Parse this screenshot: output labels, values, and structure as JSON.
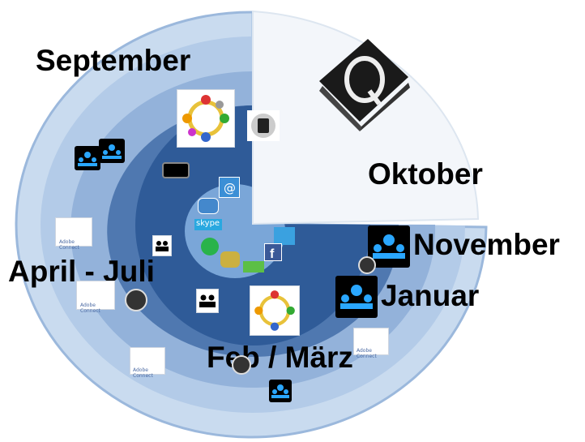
{
  "months": {
    "september": "September",
    "oktober": "Oktober",
    "november": "November",
    "januar": "Januar",
    "april_juli": "April - Juli",
    "feb_maerz": "Feb / März"
  },
  "icon_texts": {
    "adobe_connect": "Adobe Connect",
    "skype": "skype"
  },
  "colors": {
    "ring_outer": "#c3d7ee",
    "ring_2": "#a8c3e4",
    "ring_3": "#8aa9d4",
    "ring_4": "#5c82b8",
    "ring_core": "#2e5590",
    "center_disc": "#7aa2d2",
    "missing_wedge": "#f2f5f9"
  },
  "icons": [
    "people-circle-icon",
    "phone-icon",
    "video-conference-icon",
    "tape-icon",
    "email-icon",
    "skype-icon",
    "whatsapp-icon",
    "twitter-icon",
    "facebook-icon",
    "group-icon",
    "adobe-connect-icon",
    "record-button-icon",
    "book-icon"
  ]
}
